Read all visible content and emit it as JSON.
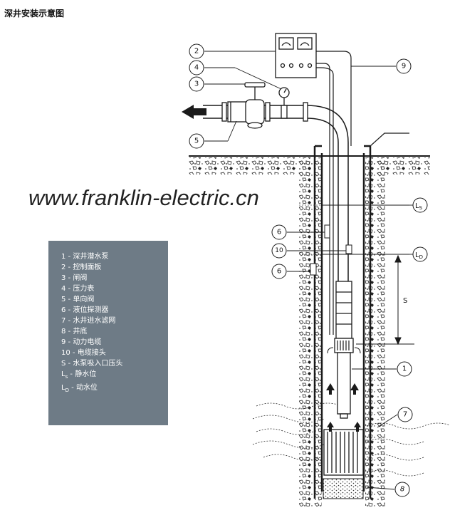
{
  "title": "深井安装示意图",
  "watermark": "www.franklin-electric.cn",
  "callouts": {
    "c1": "1",
    "c2": "2",
    "c3": "3",
    "c4": "4",
    "c5": "5",
    "c6a": "6",
    "c6b": "6",
    "c7": "7",
    "c8": "8",
    "c9": "9",
    "c10": "10"
  },
  "level_labels": {
    "ls_main": "L",
    "ls_sub": "S",
    "ld_main": "L",
    "ld_sub": "D",
    "s": "S"
  },
  "legend": {
    "items": [
      {
        "code": "1",
        "text": "深井潜水泵"
      },
      {
        "code": "2",
        "text": "控制面板"
      },
      {
        "code": "3",
        "text": "闸阀"
      },
      {
        "code": "4",
        "text": "压力表"
      },
      {
        "code": "5",
        "text": "单向阀"
      },
      {
        "code": "6",
        "text": "液位探测器"
      },
      {
        "code": "7",
        "text": "水井进水滤网"
      },
      {
        "code": "8",
        "text": "井底"
      },
      {
        "code": "9",
        "text": "动力电缆"
      },
      {
        "code": "10",
        "text": "电缆接头"
      },
      {
        "code": "S",
        "text": "水泵吸入口压头"
      }
    ],
    "ls": {
      "main": "L",
      "sub": "s",
      "text": "静水位"
    },
    "ld": {
      "main": "L",
      "sub": "D",
      "text": "动水位"
    }
  },
  "colors": {
    "legend_bg": "#6e7b86",
    "line": "#1a1a1a"
  }
}
